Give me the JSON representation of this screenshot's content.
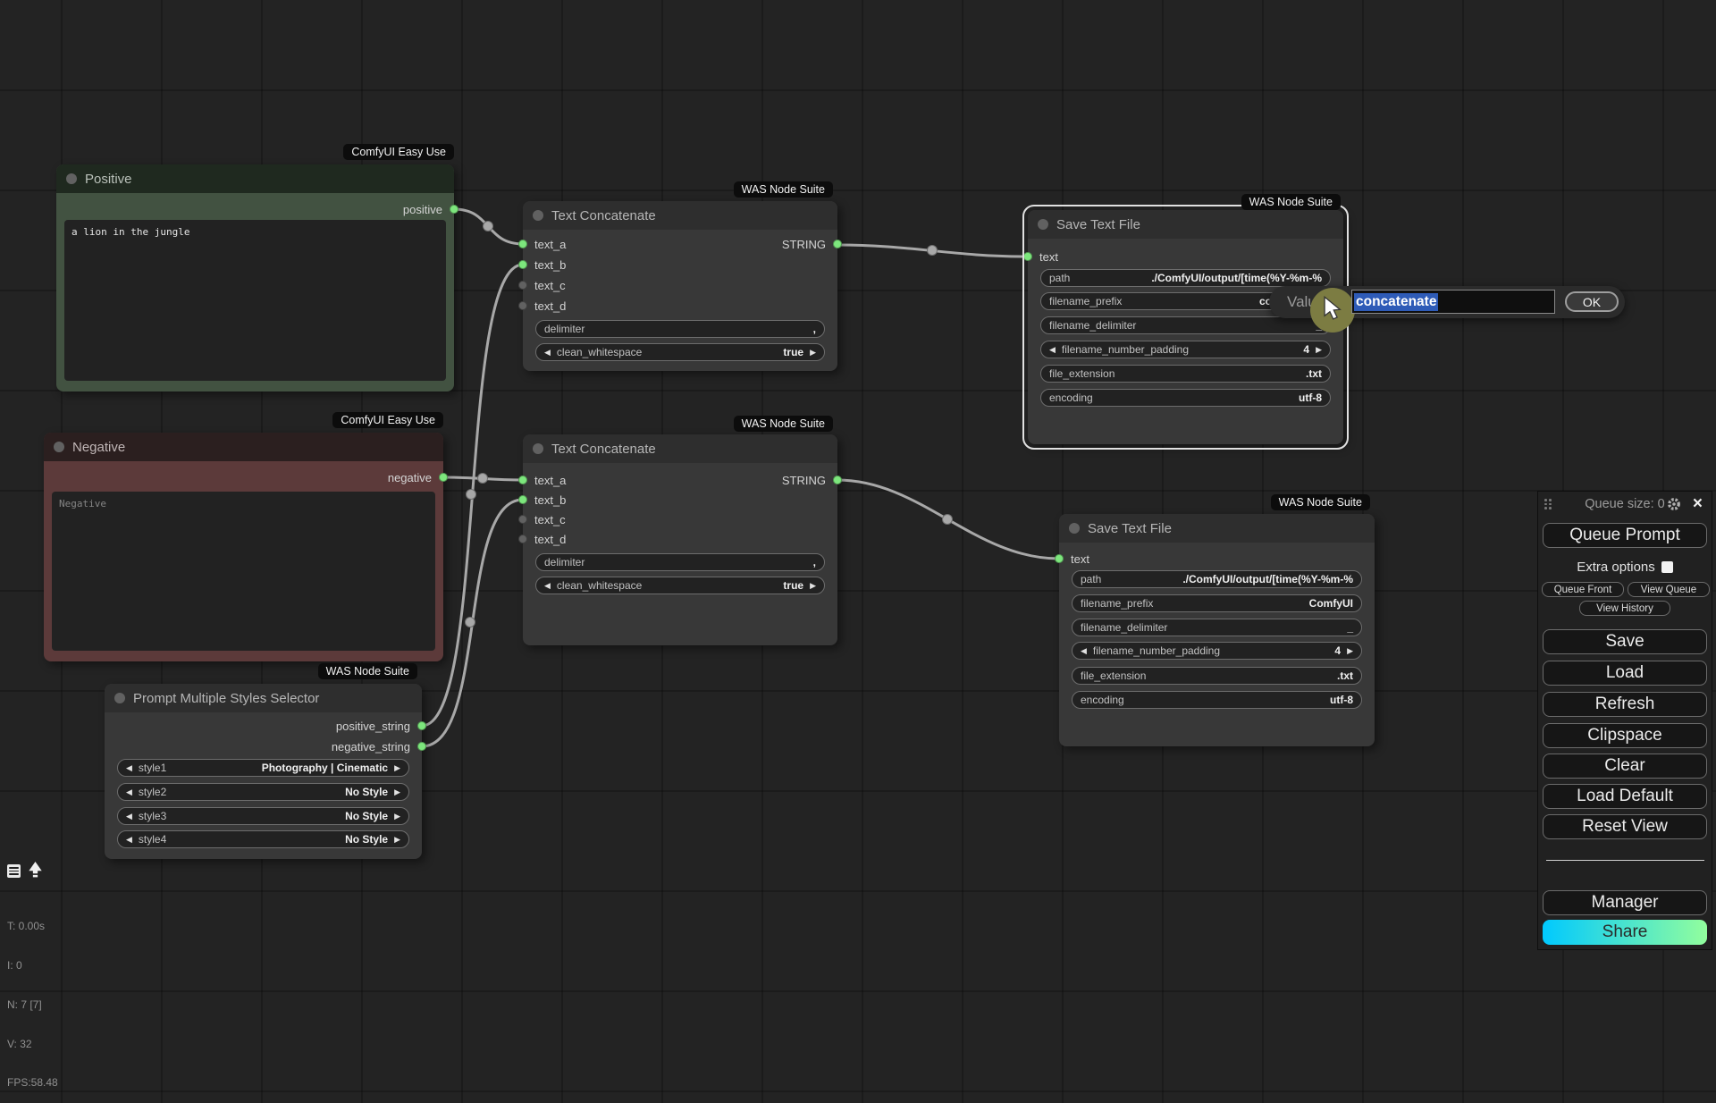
{
  "colors": {
    "canvas_bg": "#232323",
    "wire": "#a8a8a8",
    "connected_slot_green": "#7de67d",
    "empty_slot_gray": "#616161",
    "positive_node_body": "#425241",
    "negative_node_body": "#5c3a3a",
    "selected_node_outline": "#e0e0e0",
    "selection_blue": "#2e5bb7",
    "cursor_halo": "#7c7c42",
    "share_gradient_start": "#00C9FF",
    "share_gradient_end": "#92FE9D"
  },
  "nodes": {
    "positive": {
      "badge": "ComfyUI Easy Use",
      "title": "Positive",
      "output": "positive",
      "text": "a lion in the jungle"
    },
    "negative": {
      "badge": "ComfyUI Easy Use",
      "title": "Negative",
      "output": "negative",
      "placeholder": "Negative"
    },
    "styles": {
      "badge": "WAS Node Suite",
      "title": "Prompt Multiple Styles Selector",
      "outputs": [
        "positive_string",
        "negative_string"
      ],
      "widgets": [
        {
          "label": "style1",
          "value": "Photography | Cinematic"
        },
        {
          "label": "style2",
          "value": "No Style"
        },
        {
          "label": "style3",
          "value": "No Style"
        },
        {
          "label": "style4",
          "value": "No Style"
        }
      ]
    },
    "tc1": {
      "badge": "WAS Node Suite",
      "title": "Text Concatenate",
      "inputs": [
        "text_a",
        "text_b",
        "text_c",
        "text_d"
      ],
      "output": "STRING",
      "widgets": [
        {
          "label": "delimiter",
          "value": ","
        },
        {
          "label": "clean_whitespace",
          "value": "true"
        }
      ]
    },
    "tc2": {
      "badge": "WAS Node Suite",
      "title": "Text Concatenate",
      "inputs": [
        "text_a",
        "text_b",
        "text_c",
        "text_d"
      ],
      "output": "STRING",
      "widgets": [
        {
          "label": "delimiter",
          "value": ","
        },
        {
          "label": "clean_whitespace",
          "value": "true"
        }
      ]
    },
    "save1": {
      "badge": "WAS Node Suite",
      "title": "Save Text File",
      "input": "text",
      "widgets": [
        {
          "label": "path",
          "value": "./ComfyUI/output/[time(%Y-%m-%"
        },
        {
          "label": "filename_prefix",
          "value": "concatenate"
        },
        {
          "label": "filename_delimiter",
          "value": "_"
        },
        {
          "label": "filename_number_padding",
          "value": "4"
        },
        {
          "label": "file_extension",
          "value": ".txt"
        },
        {
          "label": "encoding",
          "value": "utf-8"
        }
      ]
    },
    "save2": {
      "badge": "WAS Node Suite",
      "title": "Save Text File",
      "input": "text",
      "widgets": [
        {
          "label": "path",
          "value": "./ComfyUI/output/[time(%Y-%m-%"
        },
        {
          "label": "filename_prefix",
          "value": "ComfyUI"
        },
        {
          "label": "filename_delimiter",
          "value": "_"
        },
        {
          "label": "filename_number_padding",
          "value": "4"
        },
        {
          "label": "file_extension",
          "value": ".txt"
        },
        {
          "label": "encoding",
          "value": "utf-8"
        }
      ]
    }
  },
  "dialog": {
    "label": "Value",
    "value": "concatenate",
    "ok": "OK"
  },
  "sidebar": {
    "header": {
      "title": "Queue size: 0",
      "close_glyph": "×"
    },
    "queue_prompt": "Queue Prompt",
    "extra_options": "Extra options",
    "queue_front": "Queue Front",
    "view_queue": "View Queue",
    "view_history": "View History",
    "buttons": [
      "Save",
      "Load",
      "Refresh",
      "Clipspace",
      "Clear",
      "Load Default",
      "Reset View"
    ],
    "manager": "Manager",
    "share": "Share"
  },
  "hud": {
    "stats": [
      "T: 0.00s",
      "I: 0",
      "N: 7 [7]",
      "V: 32",
      "FPS:58.48"
    ]
  }
}
